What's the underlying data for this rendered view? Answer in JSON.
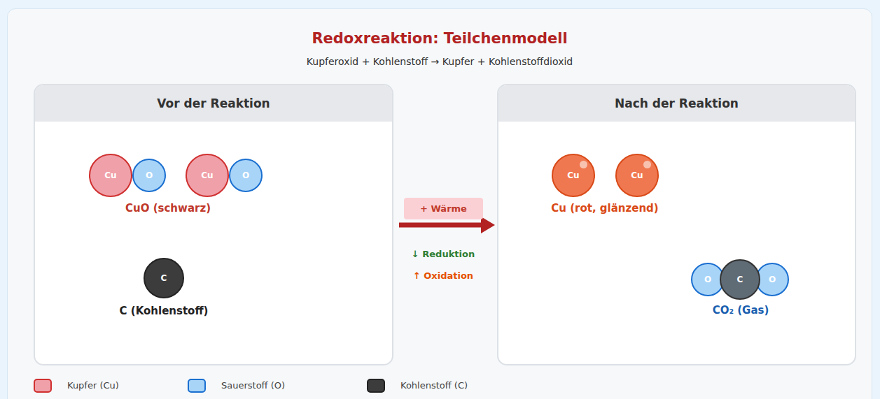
{
  "diagram": {
    "title": "Redoxreaktion: Teilchenmodell",
    "nodes": [
      {
        "text": [
          "Vor der Reaktion"
        ]
      },
      {
        "text": [
          "Cu"
        ],
        "in": 0
      },
      {
        "text": [
          "O"
        ],
        "in": 0
      },
      {
        "text": [
          "Cu"
        ],
        "in": 0
      },
      {
        "text": [
          "O"
        ],
        "in": 0
      },
      {
        "text": [
          "C"
        ],
        "in": 0
      },
      {
        "text": [
          "+ Wärme"
        ]
      },
      {
        "text": [
          "Nach der Reaktion"
        ]
      },
      {
        "text": [
          "Cu"
        ],
        "in": 7
      },
      {
        "text": [
          "Cu"
        ],
        "in": 7
      },
      {
        "text": [
          "O"
        ],
        "in": 7
      },
      {
        "text": [
          "C"
        ],
        "in": 7
      },
      {
        "text": [
          "O"
        ],
        "in": 7
      }
    ],
    "edges": [
      {
        "from": 0,
        "to": 7,
        "arrow": "to"
      }
    ],
    "labels": [
      "Kupferoxid + Kohlenstoff → Kupfer + Kohlenstoffdioxid",
      "CuO (schwarz)",
      "C (Kohlenstoff)",
      "↓ Reduktion",
      "↑ Oxidation",
      "Cu (rot, glänzend)",
      "CO₂ (Gas)"
    ],
    "legend": [
      {
        "text": "Kupfer (Cu)",
        "color": "#f0a0a8"
      },
      {
        "text": "Sauerstoff (O)",
        "color": "#a8d4f8"
      },
      {
        "text": "Kohlenstoff (C)",
        "color": "#3c3c3c"
      }
    ]
  }
}
